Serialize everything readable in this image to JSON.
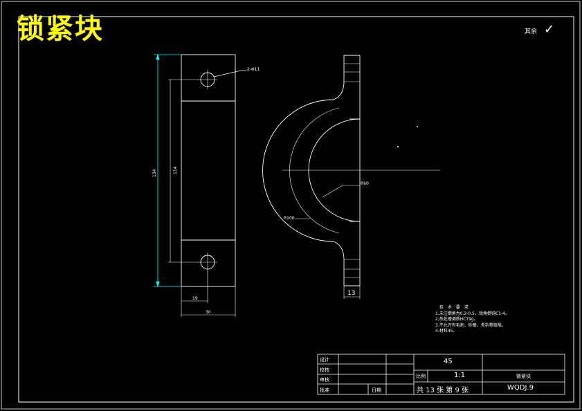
{
  "title": "锁紧块",
  "roughness": {
    "label": "其余",
    "symbol": "✓"
  },
  "dimensions": {
    "hole_callout": "2-Φ11",
    "overall_length": "134",
    "hole_spacing": "114",
    "hole_offset": "19",
    "width": "30",
    "thickness": "13",
    "inner_radius": "R60",
    "outer_radius": "R100"
  },
  "notes": {
    "heading": "技 术 要 求",
    "items": [
      "1.未注倒角为0.2-0.5，锐角倒钝C1-4。",
      "2.热处理调质HCT9g。",
      "3.不允许有毛刺、砂眼、夹杂等缺陷。",
      "4.材料45。"
    ]
  },
  "title_block": {
    "row_labels": [
      "设计",
      "校核",
      "审核",
      "批准"
    ],
    "date_label": "日期",
    "material": "45",
    "scale_label": "比例",
    "scale": "1:1",
    "part_name": "锁紧块",
    "sheet_info": "共 13 张 第 9 张",
    "drawing_no": "WQDJ.9"
  }
}
